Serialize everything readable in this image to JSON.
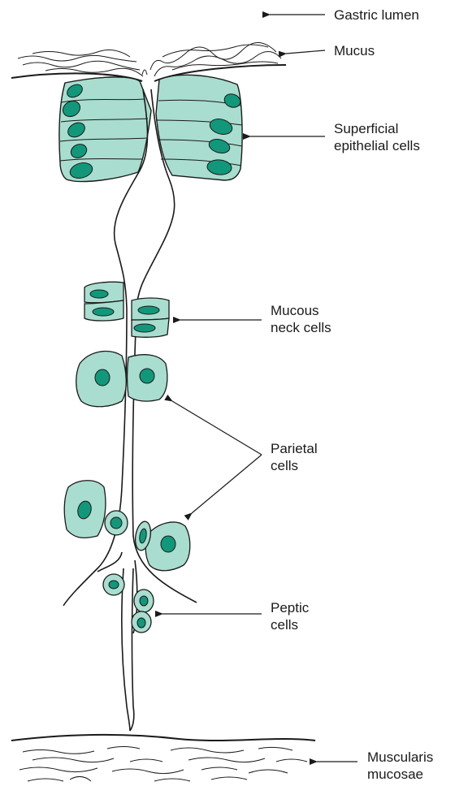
{
  "labels": {
    "gastric_lumen": "Gastric lumen",
    "mucus": "Mucus",
    "superficial_line1": "Superficial",
    "superficial_line2": "epithelial cells",
    "mucous_neck_line1": "Mucous",
    "mucous_neck_line2": "neck cells",
    "parietal_line1": "Parietal",
    "parietal_line2": "cells",
    "peptic_line1": "Peptic",
    "peptic_line2": "cells",
    "muscularis_line1": "Muscularis",
    "muscularis_line2": "mucosae"
  },
  "colors": {
    "cell_fill": "#a9ddcf",
    "nucleus_fill": "#13977a",
    "stroke": "#1a1a1a"
  }
}
